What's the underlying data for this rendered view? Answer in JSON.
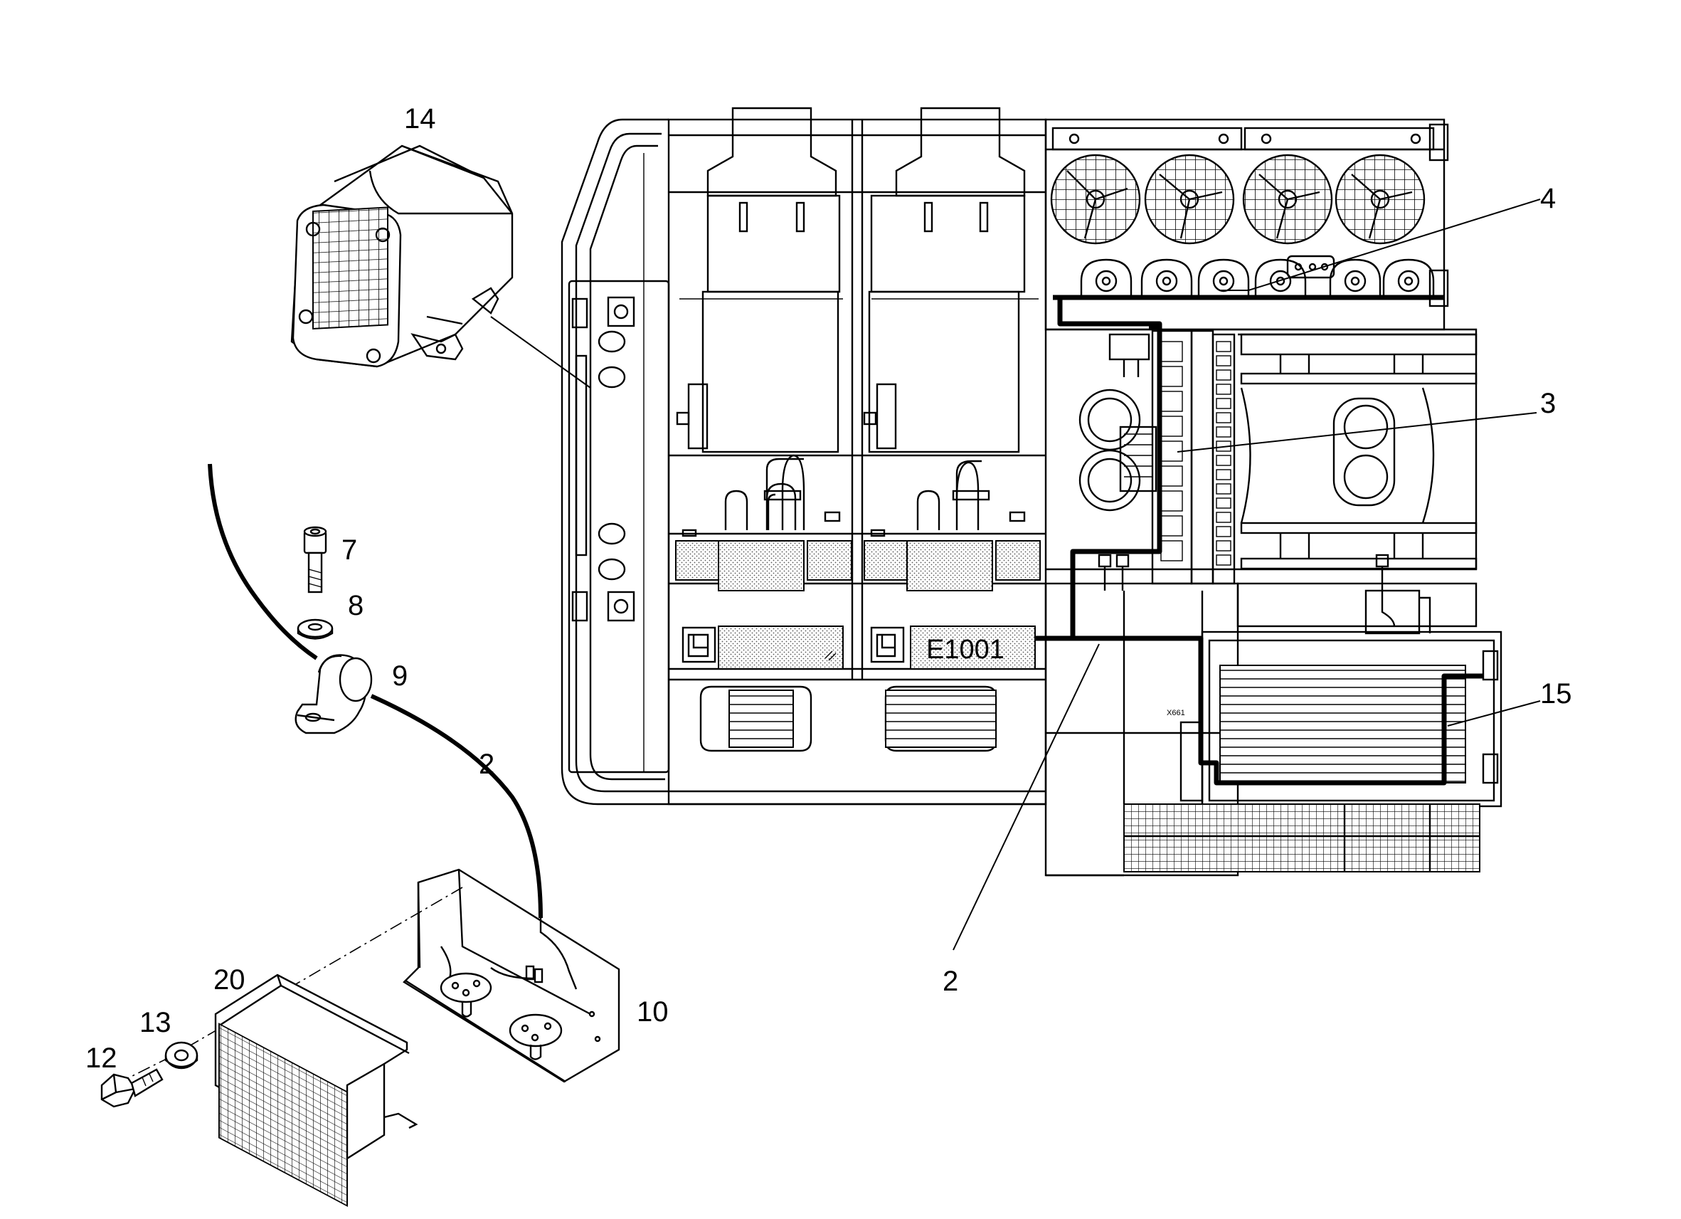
{
  "callouts": {
    "c14": "14",
    "c4": "4",
    "c3": "3",
    "c7": "7",
    "c8": "8",
    "c9": "9",
    "c2a": "2",
    "c15": "15",
    "c2b": "2",
    "c20": "20",
    "c13": "13",
    "c10": "10",
    "c12": "12"
  },
  "labels": {
    "heater_tag": "E1001",
    "terminal_tag": "X661"
  },
  "colors": {
    "line": "#000000",
    "background": "#ffffff"
  }
}
